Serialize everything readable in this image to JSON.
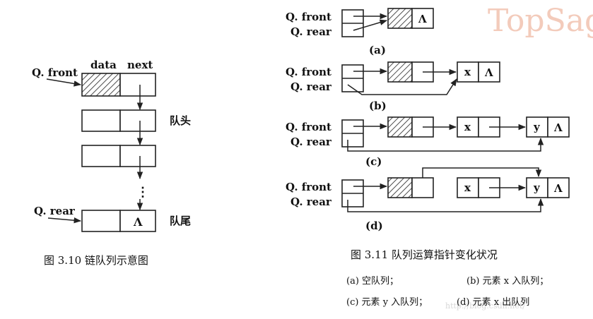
{
  "figure_a": {
    "labels": {
      "data": "data",
      "next": "next",
      "front": "Q. front",
      "rear": "Q. rear"
    },
    "head": "队头",
    "tail": "队尾",
    "null_symbol": "Λ",
    "dots": "⋮",
    "caption": "图 3.10    链队列示意图"
  },
  "figure_b": {
    "front": "Q. front",
    "rear": "Q. rear",
    "x": "x",
    "y": "y",
    "null_symbol": "Λ",
    "subfig": [
      "(a)",
      "(b)",
      "(c)",
      "(d)"
    ],
    "caption": "图 3.11    队列运算指针变化状况",
    "notes": [
      "(a) 空队列；",
      "(b) 元素 x 入队列；",
      "(c) 元素 y 入队列；",
      "(d) 元素 x 出队列"
    ]
  },
  "watermark": {
    "brand": "TopSag",
    "url": "http://blog.csdn.net/"
  }
}
